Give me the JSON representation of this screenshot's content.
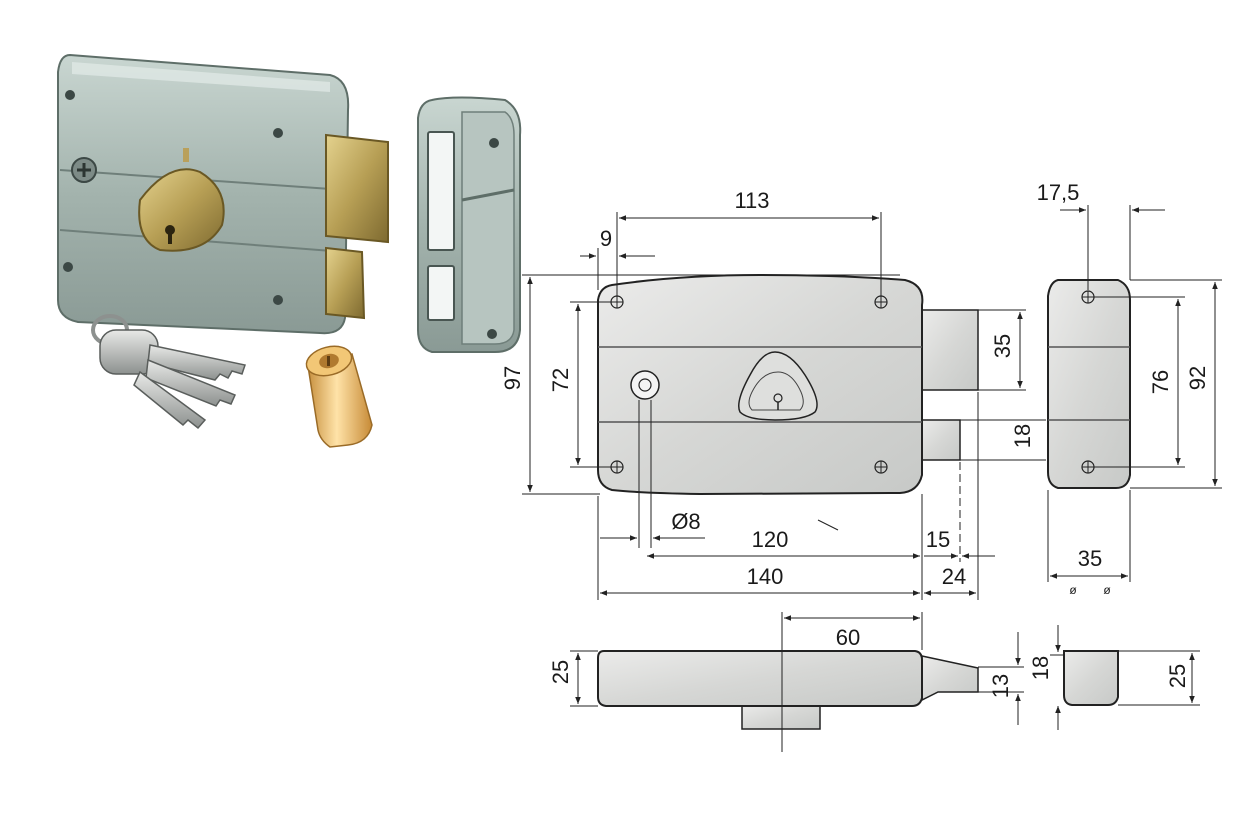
{
  "dimensions": {
    "d113": "113",
    "d9": "9",
    "d17_5": "17,5",
    "d97": "97",
    "d72": "72",
    "d35_bolt": "35",
    "d76": "76",
    "d92": "92",
    "d18_side": "18",
    "d_dia8": "Ø8",
    "d120": "120",
    "d15": "15",
    "d140": "140",
    "d24": "24",
    "d35_plate": "35",
    "d_phi_a": "ø",
    "d_phi_b": "ø",
    "d60": "60",
    "d25_left": "25",
    "d13": "13",
    "d18_bottom": "18",
    "d25_right": "25"
  },
  "colors": {
    "steel_light": "#e4e4e2",
    "steel_mid": "#cfd0cd",
    "steel_dark": "#9fa4a2",
    "photo_body": "#a9b8b2",
    "brass": "#b39a52",
    "line": "#222222"
  }
}
